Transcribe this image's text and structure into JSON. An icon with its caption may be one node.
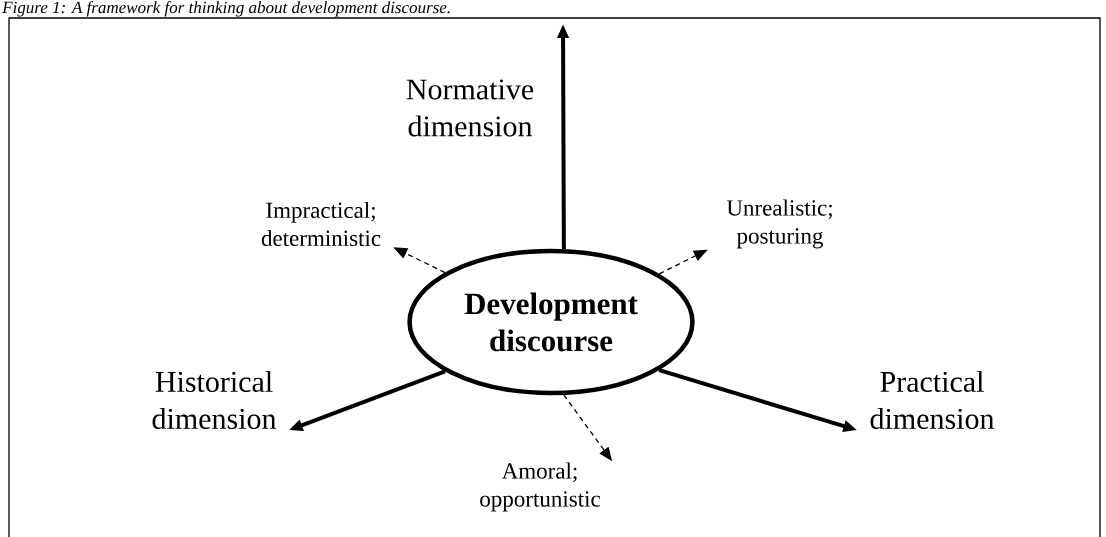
{
  "diagram": {
    "title": "Figure 1: A framework for thinking about development discourse.",
    "nodes": [
      {
        "text": [
          "Development discourse"
        ]
      },
      {
        "text": [
          "Normative dimension"
        ]
      },
      {
        "text": [
          "Impractical; deterministic"
        ]
      },
      {
        "text": [
          "Unrealistic; posturing"
        ]
      },
      {
        "text": [
          "Historical dimension"
        ]
      },
      {
        "text": [
          "Practical dimension"
        ]
      },
      {
        "text": [
          "Amoral; opportunistic"
        ]
      }
    ],
    "edges": [
      {
        "from": 0,
        "to": null,
        "arrow": "to",
        "style": "thick"
      },
      {
        "from": 0,
        "to": 2,
        "arrow": "to",
        "style": "dashed"
      },
      {
        "from": 0,
        "to": 3,
        "arrow": "to",
        "style": "dashed"
      },
      {
        "from": 0,
        "to": 4,
        "arrow": "to",
        "style": "thick"
      },
      {
        "from": 0,
        "to": 5,
        "arrow": "to",
        "style": "thick"
      },
      {
        "from": 0,
        "to": 6,
        "arrow": "to",
        "style": "dashed"
      }
    ]
  }
}
